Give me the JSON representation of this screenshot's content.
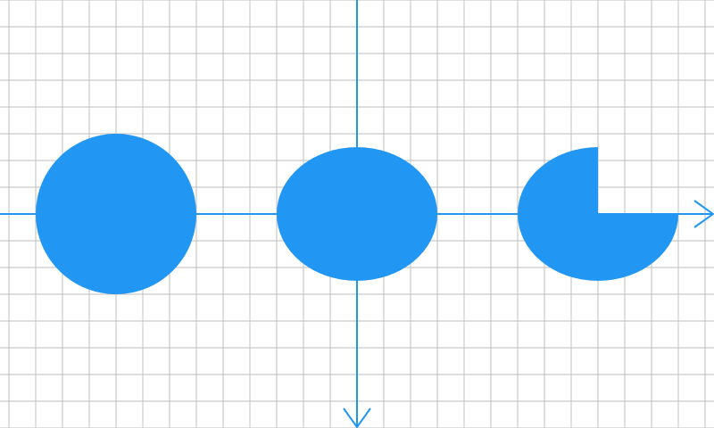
{
  "colors": {
    "background": "#ffffff",
    "grid": "#bdbdbd",
    "axis": "#2196f3",
    "shape_fill": "#2196f3"
  },
  "grid": {
    "visible": true
  },
  "axes": {
    "x_axis": {
      "arrow": "right"
    },
    "y_axis": {
      "arrow": "down"
    }
  },
  "shapes": [
    {
      "name": "circle",
      "kind": "circle"
    },
    {
      "name": "ellipse",
      "kind": "ellipse"
    },
    {
      "name": "ellipse-three-quarter-sector",
      "kind": "ellipse-arc",
      "missing_quadrant": "top-right"
    }
  ]
}
